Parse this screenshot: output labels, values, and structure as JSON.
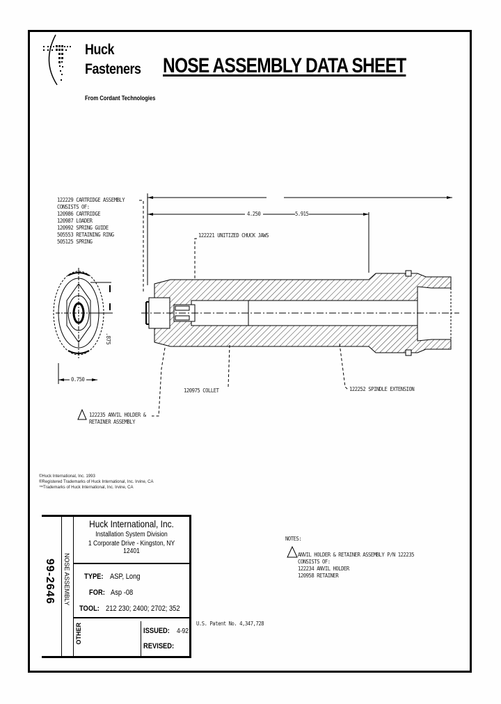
{
  "header": {
    "brand_line1": "Huck",
    "brand_line2": "Fasteners",
    "brand_sub": "From Cordant Technologies",
    "title": "NOSE ASSEMBLY DATA SHEET"
  },
  "drawing": {
    "callout_cartridge": [
      "122229 CARTRIDGE ASSEMBLY",
      "CONSISTS OF:",
      "120986 CARTRIDGE",
      "120987 LOADER",
      "120992 SPRING GUIDE",
      "505553 RETAINING RING",
      "505125 SPRING"
    ],
    "dim_overall": "5.915",
    "dim_inner": "4.250",
    "callout_chuck_jaws": "122221 UNITIZED CHUCK JAWS",
    "dim_diameter": "0.750",
    "dim_flats": ".875",
    "callout_collet": "120975 COLLET",
    "callout_spindle": "122252 SPINDLE EXTENSION",
    "callout_anvil": [
      "122235 ANVIL HOLDER &",
      "RETAINER ASSEMBLY"
    ]
  },
  "copyright": [
    "©Huck International, Inc. 1993",
    "®Registered Trademarks of Huck International, Inc. Irvine, CA",
    "™Trademarks of Huck International, Inc. Irvine, CA"
  ],
  "title_block": {
    "doc_number": "99-2646",
    "doc_type": "NOSE ASSEMBLY",
    "company": "Huck International, Inc.",
    "division": "Installation System Division",
    "address": "1 Corporate Drive - Kingston, NY  12401",
    "type_label": "TYPE:",
    "type_value": "ASP, Long",
    "for_label": "FOR:",
    "for_value": "Asp -08",
    "tool_label": "TOOL:",
    "tool_value": "212 230; 2400; 2702; 352",
    "other_label": "OTHER",
    "issued_label": "ISSUED:",
    "issued_value": "4-92",
    "revised_label": "REVISED:",
    "revised_value": ""
  },
  "patent": "U.S. Patent No. 4,347,728",
  "notes": {
    "heading": "NOTES:",
    "lines": [
      "ANVIL HOLDER & RETAINER ASSEMBLY P/N 122235",
      "CONSISTS OF:",
      "122234 ANVIL HOLDER",
      "120958 RETAINER"
    ]
  }
}
